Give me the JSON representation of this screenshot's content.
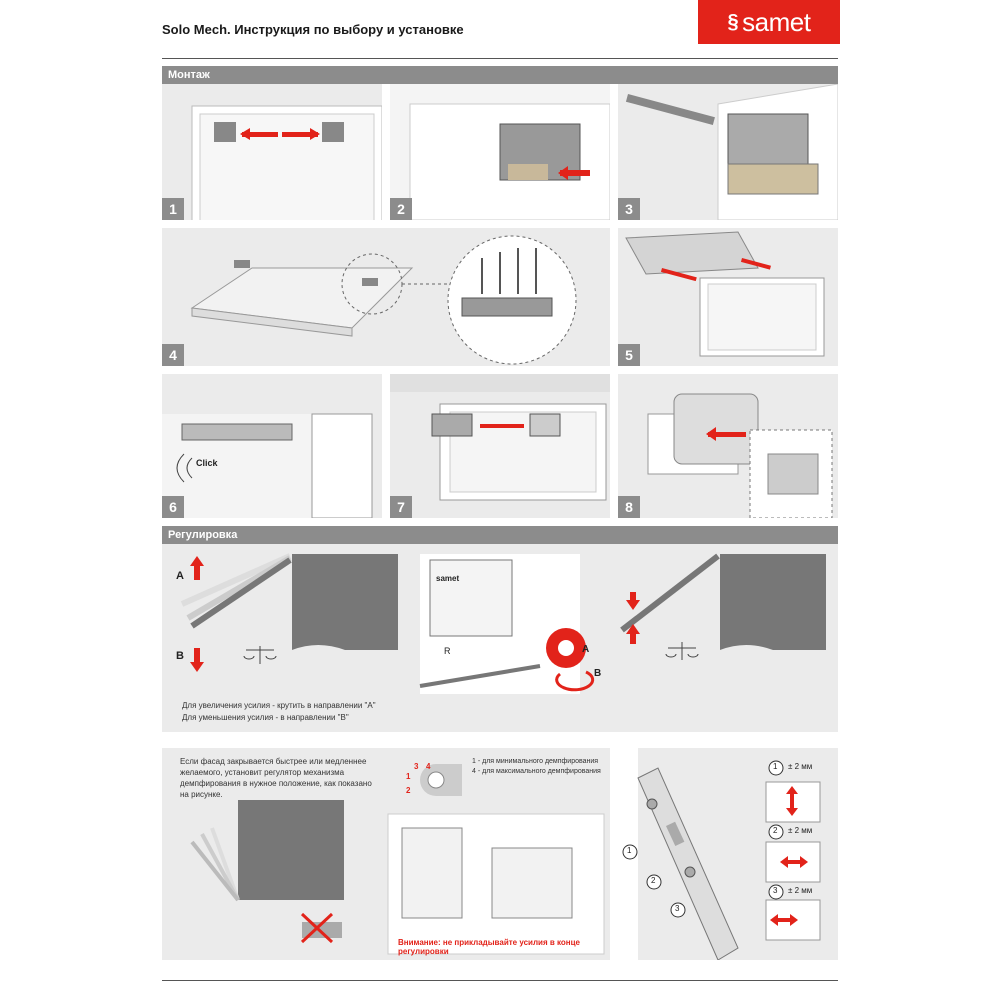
{
  "header": {
    "title": "Solo Mech. Инструкция по выбору и установке",
    "logo_text": "samet"
  },
  "sections": {
    "montage": "Монтаж",
    "adjustment": "Регулировка"
  },
  "steps": [
    "1",
    "2",
    "3",
    "4",
    "5",
    "6",
    "7",
    "8"
  ],
  "step6_label": "Click",
  "adjust": {
    "label_a": "A",
    "label_b": "B",
    "knob_a": "A",
    "knob_b": "B",
    "knob_r": "R",
    "plate_brand": "samet",
    "instruction_line1": "Для увеличения усилия - крутить в направлении \"A\"",
    "instruction_line2": "Для уменьшения усилия - в направлении \"B\""
  },
  "damping": {
    "text": "Если фасад закрывается быстрее или медленнее желаемого, установит регулятор механизма демпфирования в нужное положение, как показано на рисунке.",
    "dial_numbers": [
      "3",
      "4",
      "1",
      "2"
    ],
    "legend1": "1 - для минимального демпфирования",
    "legend4": "4 - для максимального демпфирования",
    "warning": "Внимание: не прикладывайте усилия в конце регулировки"
  },
  "side_adjust": {
    "items": [
      {
        "num": "1",
        "label": "± 2 мм"
      },
      {
        "num": "2",
        "label": "± 2 мм"
      },
      {
        "num": "3",
        "label": "± 2 мм"
      }
    ],
    "callouts": [
      "1",
      "2",
      "3"
    ]
  },
  "colors": {
    "accent": "#e2231a",
    "section_bar": "#8c8c8c",
    "panel_bg": "#ebebeb"
  }
}
